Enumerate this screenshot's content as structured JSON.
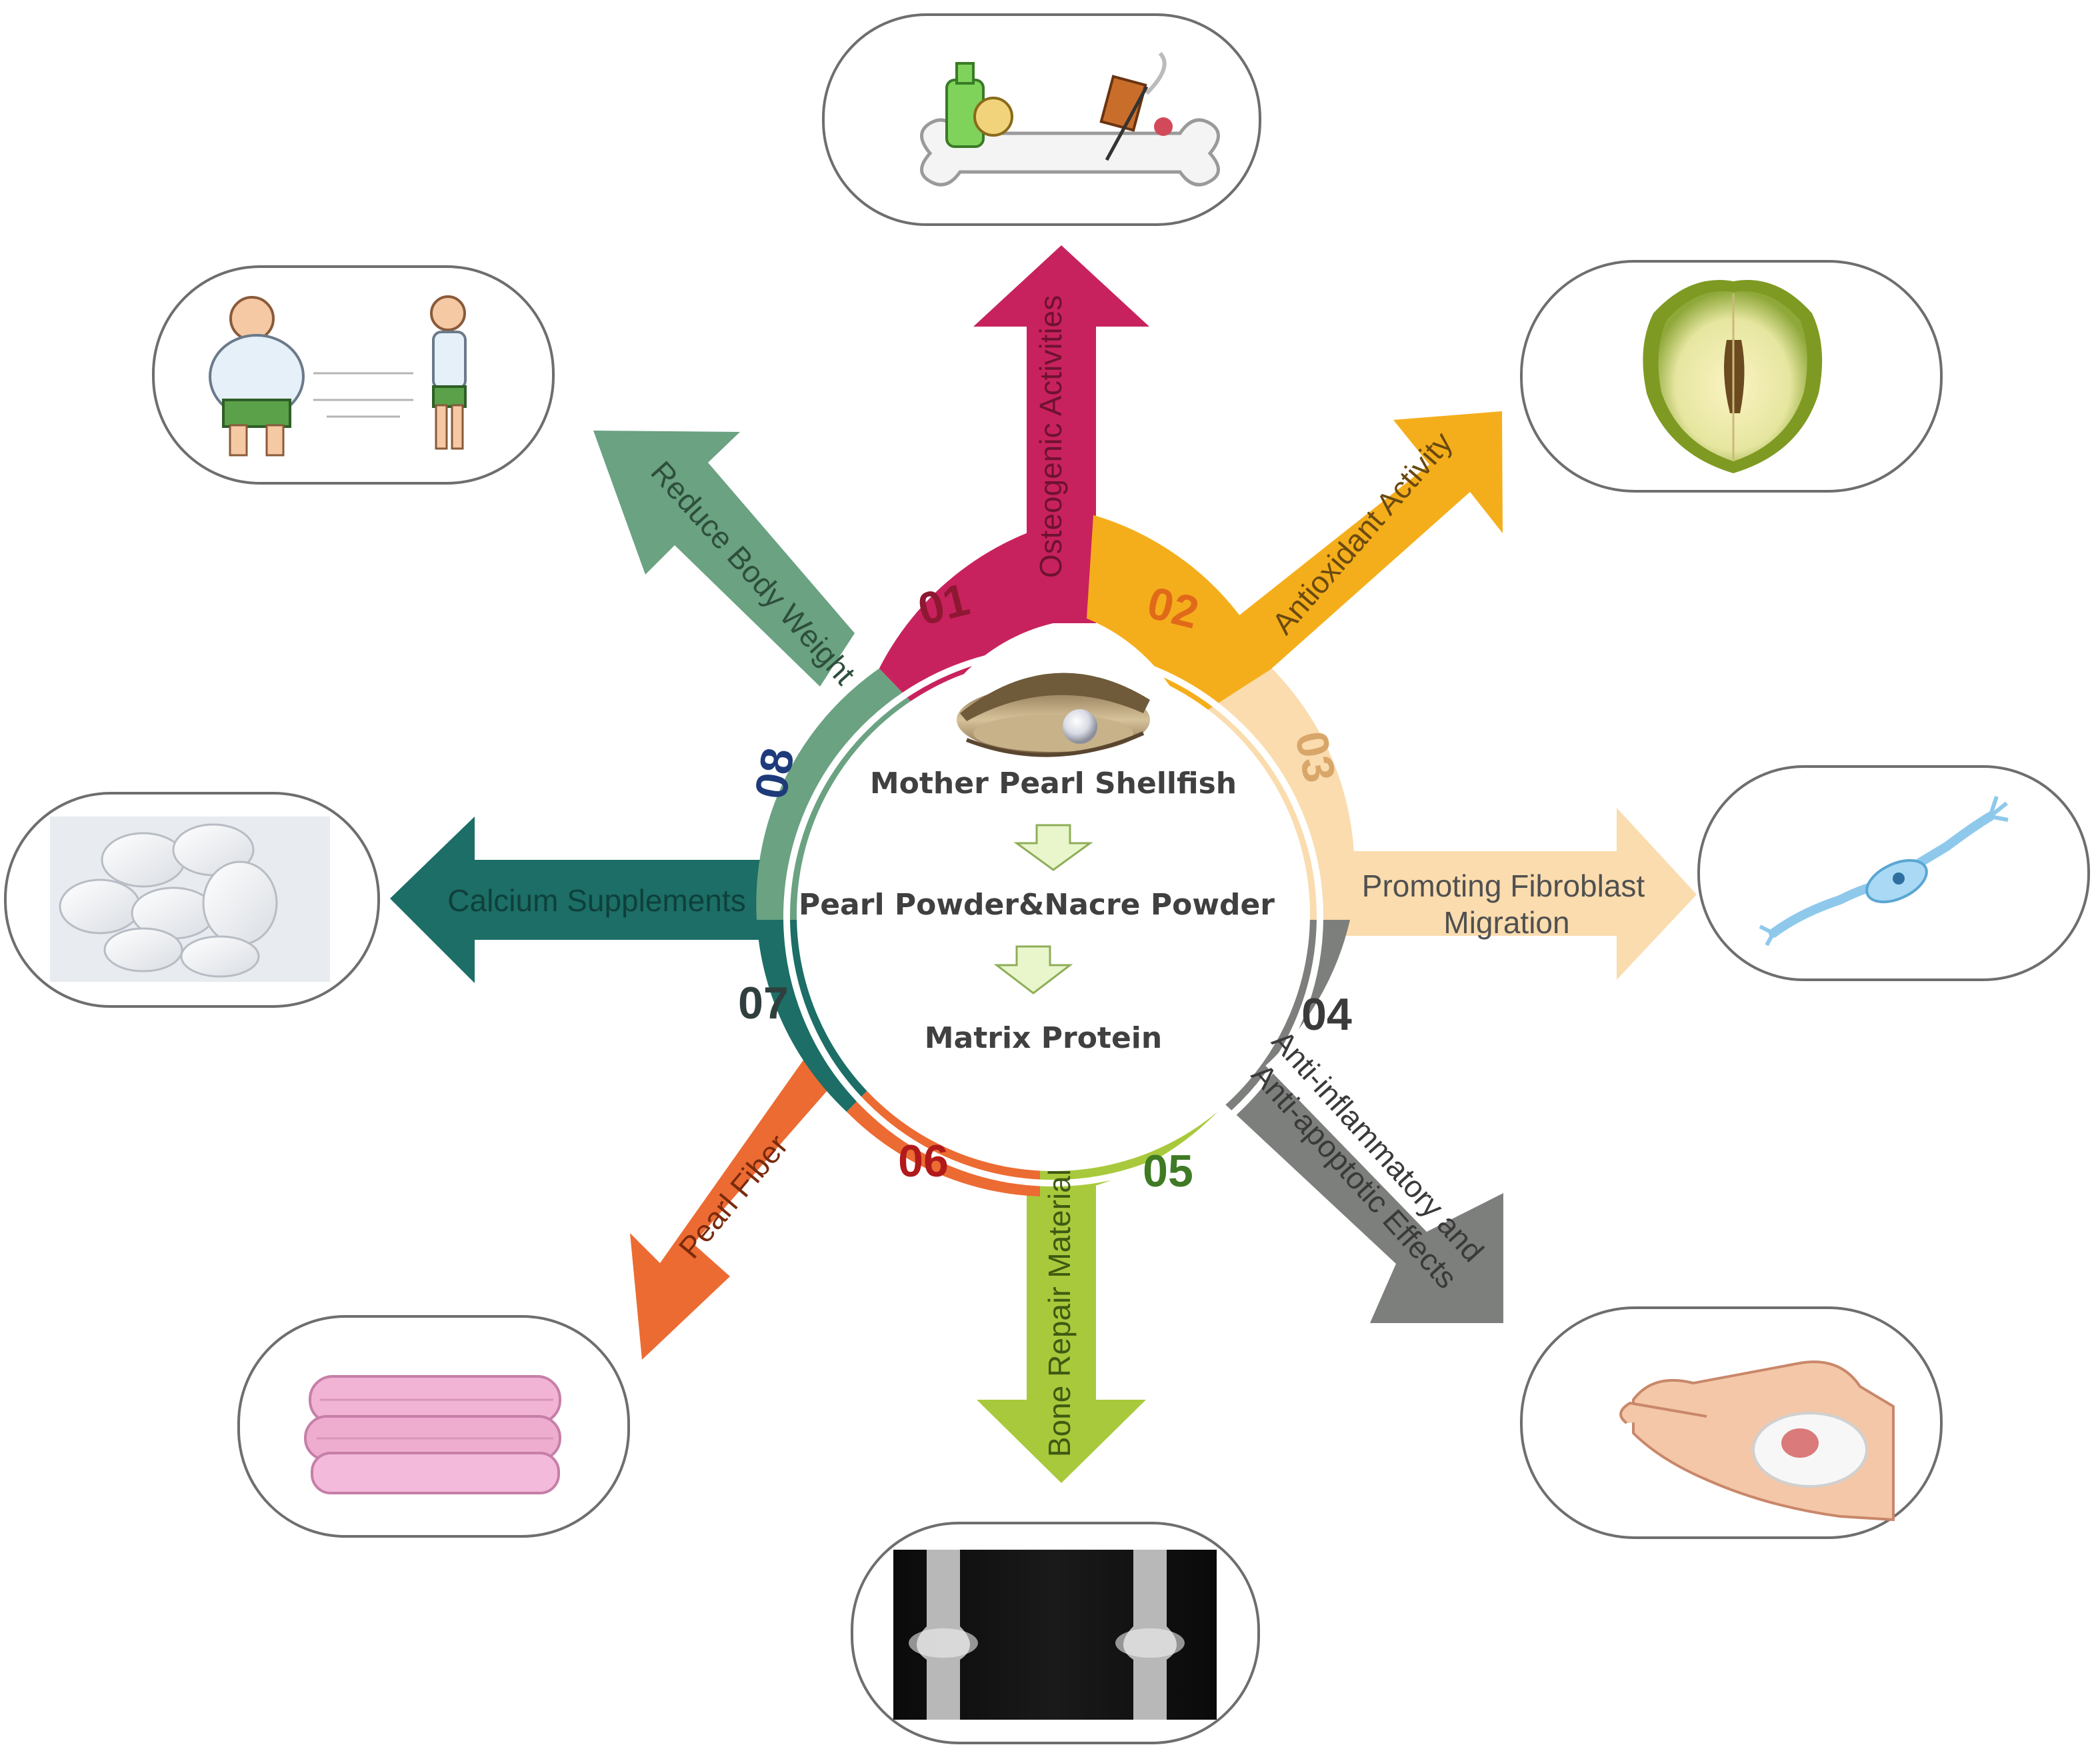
{
  "colors": {
    "osteogenic": "#c8225e",
    "antioxidant": "#f5ae1b",
    "fibroblast": "#fadcae",
    "anti_inflammatory": "#7d7f7c",
    "bone_repair": "#a9c93c",
    "pearl_fiber": "#ec6b32",
    "calcium": "#1c6e66",
    "body_weight": "#6aa282",
    "down_arrow": "#e9f6cc"
  },
  "center": {
    "title": "Mother Pearl Shellfish",
    "middle": "Pearl Powder&Nacre Powder",
    "bottom": "Matrix Protein",
    "image_icon": "pearl-oyster-icon"
  },
  "segments": [
    {
      "number": "01",
      "label": "Osteogenic Activities",
      "number_color": "#8e1732",
      "icon": "bone-cartoon-icon"
    },
    {
      "number": "02",
      "label": "Antioxidant Activity",
      "number_color": "#e06a1a",
      "icon": "pear-half-icon"
    },
    {
      "number": "03",
      "label_line1": "Promoting Fibroblast",
      "label_line2": "Migration",
      "number_color": "#d9a66a",
      "icon": "fibroblast-cell-icon"
    },
    {
      "number": "04",
      "label_line1": "Anti-inflammatory and",
      "label_line2": "Anti-apoptotic Effects",
      "number_color": "#3a3a3a",
      "icon": "bandaged-hand-icon"
    },
    {
      "number": "05",
      "label": "Bone Repair Material",
      "number_color": "#3f7a24",
      "icon": "knee-xray-icon"
    },
    {
      "number": "06",
      "label": "Pearl Fiber",
      "number_color": "#b11a1a",
      "icon": "pink-quilt-icon"
    },
    {
      "number": "07",
      "label": "Calcium Supplements",
      "number_color": "#2f3f3d",
      "icon": "calcium-tablets-icon"
    },
    {
      "number": "08",
      "label": "Reduce Body Weight",
      "number_color": "#1e3a7a",
      "icon": "weight-loss-cartoon-icon"
    }
  ]
}
